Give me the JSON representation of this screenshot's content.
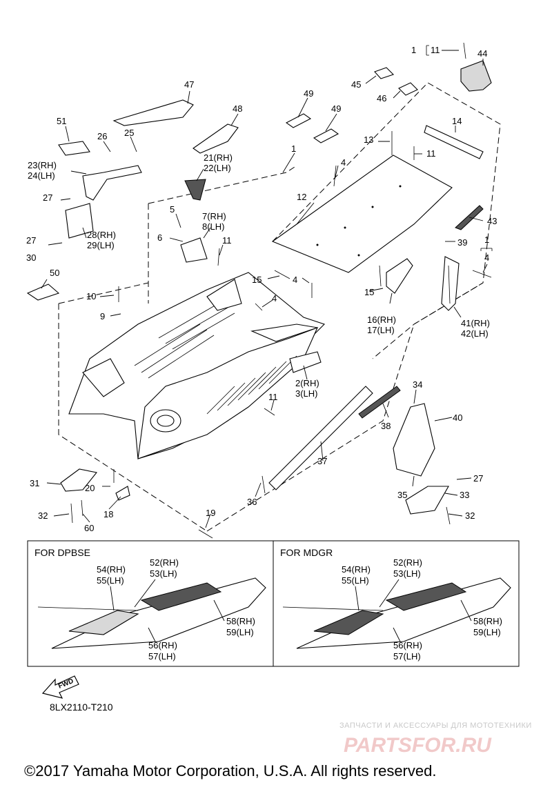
{
  "callouts": {
    "c1_11": "1",
    "c11_top": "11",
    "c44": "44",
    "c45": "45",
    "c46": "46",
    "c47": "47",
    "c48": "48",
    "c49a": "49",
    "c49b": "49",
    "c51": "51",
    "c26": "26",
    "c25": "25",
    "c23_24_rh": "23(RH)",
    "c23_24_lh": "24(LH)",
    "c21_22_rh": "21(RH)",
    "c21_22_lh": "22(LH)",
    "c1": "1",
    "c13": "13",
    "c11_b": "11",
    "c14": "14",
    "c4_a": "4",
    "c12": "12",
    "c43": "43",
    "c27_a": "27",
    "c28_rh": "28(RH)",
    "c29_lh": "29(LH)",
    "c5": "5",
    "c7_rh": "7(RH)",
    "c8_lh": "8(LH)",
    "c6": "6",
    "c27_b": "27",
    "c30": "30",
    "c11_c": "11",
    "c39": "39",
    "c1_4_top": "1",
    "c1_4_bot": "4",
    "c50": "50",
    "c15_a": "15",
    "c4_b": "4",
    "c15_b": "15",
    "c10": "10",
    "c4_c": "4",
    "c16_rh": "16(RH)",
    "c17_lh": "17(LH)",
    "c41_rh": "41(RH)",
    "c42_lh": "42(LH)",
    "c9": "9",
    "c2_rh": "2(RH)",
    "c3_lh": "3(LH)",
    "c34": "34",
    "c11_d": "11",
    "c40": "40",
    "c38": "38",
    "c37": "37",
    "c31": "31",
    "c20": "20",
    "c27_c": "27",
    "c35": "35",
    "c33": "33",
    "c36": "36",
    "c18": "18",
    "c32_a": "32",
    "c32_b": "32",
    "c60": "60",
    "c19": "19"
  },
  "panels": [
    {
      "title": "FOR DPBSE",
      "labels": {
        "l54": "54(RH)",
        "l55": "55(LH)",
        "l52": "52(RH)",
        "l53": "53(LH)",
        "l58": "58(RH)",
        "l59": "59(LH)",
        "l56": "56(RH)",
        "l57": "57(LH)"
      }
    },
    {
      "title": "FOR MDGR",
      "labels": {
        "l54": "54(RH)",
        "l55": "55(LH)",
        "l52": "52(RH)",
        "l53": "53(LH)",
        "l58": "58(RH)",
        "l59": "59(LH)",
        "l56": "56(RH)",
        "l57": "57(LH)"
      }
    }
  ],
  "fwd_label": "FWD",
  "diagram_code": "8LX2110-T210",
  "watermark": {
    "tagline": "ЗАПЧАСТИ И АКСЕССУАРЫ ДЛЯ МОТОТЕХНИКИ",
    "logo": "PARTSFOR.RU"
  },
  "copyright": "©2017 Yamaha Motor Corporation, U.S.A. All rights reserved."
}
